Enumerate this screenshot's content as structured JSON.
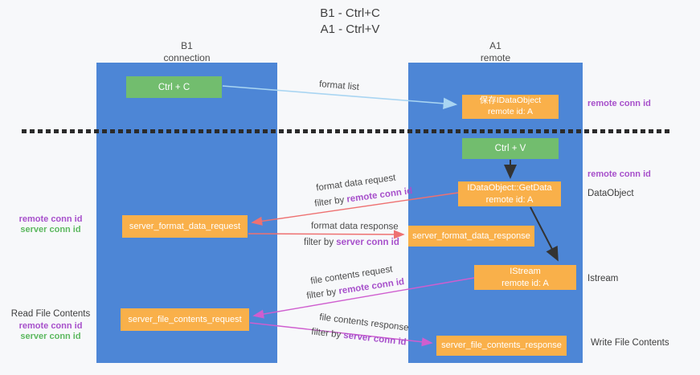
{
  "title": {
    "line1": "B1 - Ctrl+C",
    "line2": "A1 - Ctrl+V"
  },
  "lanes": {
    "left": {
      "title": "B1",
      "subtitle": "connection"
    },
    "right": {
      "title": "A1",
      "subtitle": "remote"
    }
  },
  "boxes": {
    "ctrl_c": {
      "label": "Ctrl + C"
    },
    "ctrl_v": {
      "label": "Ctrl + V"
    },
    "save_dataobject": {
      "line1": "保存IDataObject",
      "line2": "remote id: A"
    },
    "getdata": {
      "line1": "IDataObject::GetData",
      "line2": "remote id: A"
    },
    "istream": {
      "line1": "IStream",
      "line2": "remote id: A"
    },
    "format_request": {
      "label": "server_format_data_request"
    },
    "format_response": {
      "label": "server_format_data_response"
    },
    "file_request": {
      "label": "server_file_contents_request"
    },
    "file_response": {
      "label": "server_file_contents_response"
    }
  },
  "flows": {
    "format_list": {
      "label": "format list"
    },
    "format_data_request": {
      "label": "format data request",
      "filter_prefix": "filter by ",
      "filter_key": "remote conn id"
    },
    "format_data_response": {
      "label": "format data response",
      "filter_prefix": "filter by ",
      "filter_key": "server conn id"
    },
    "file_contents_request": {
      "label": "file contents request",
      "filter_prefix": "filter by ",
      "filter_key": "remote conn id"
    },
    "file_contents_response": {
      "label": "file contents response",
      "filter_prefix": "filter by ",
      "filter_key": "server conn id"
    }
  },
  "annotations": {
    "right": [
      {
        "text": "remote conn id"
      },
      {
        "text": "remote conn id"
      },
      {
        "text": "DataObject"
      },
      {
        "text": "Istream"
      },
      {
        "text": "Write File Contents"
      }
    ],
    "left": [
      {
        "text": "remote conn id"
      },
      {
        "text": "server conn id"
      },
      {
        "text": "Read File Contents"
      },
      {
        "text": "remote conn id"
      },
      {
        "text": "server conn id"
      }
    ]
  },
  "colors": {
    "lane_blue": "#4d86d6",
    "box_green": "#72bd6e",
    "box_orange": "#f9b04a",
    "arrow_blue": "#a9d5f2",
    "arrow_red": "#ee7171",
    "arrow_magenta": "#cf5ecf",
    "arrow_black": "#333333",
    "text_purple": "#a750cb",
    "text_green": "#5cb85f",
    "text_dark": "#3d3d3d",
    "background": "#f7f8fa"
  }
}
